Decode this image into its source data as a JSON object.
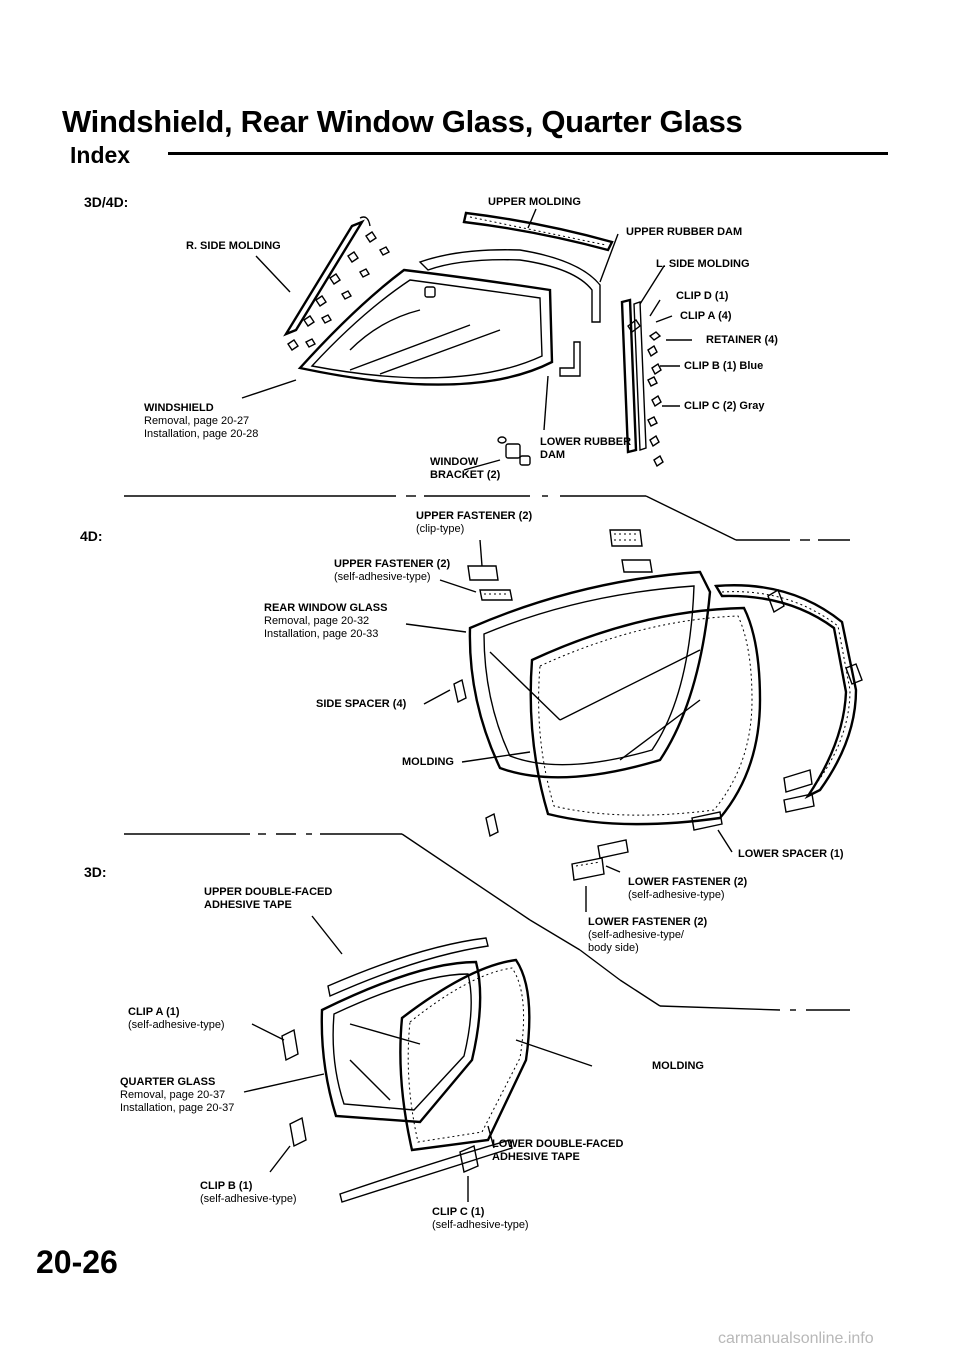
{
  "header": {
    "title": "Windshield, Rear Window Glass, Quarter Glass",
    "subtitle": "Index"
  },
  "sections": {
    "s1": "3D/4D:",
    "s2": "4D:",
    "s3": "3D:"
  },
  "labels": {
    "upper_molding": "UPPER MOLDING",
    "upper_rubber_dam": "UPPER RUBBER DAM",
    "r_side_molding": "R. SIDE MOLDING",
    "l_side_molding": "L. SIDE MOLDING",
    "clip_d": "CLIP D (1)",
    "clip_a4": "CLIP A (4)",
    "retainer": "RETAINER (4)",
    "clip_b_blue": "CLIP B (1) Blue",
    "clip_c_gray": "CLIP C (2) Gray",
    "windshield": "WINDSHIELD",
    "windshield_removal": "Removal, page 20-27",
    "windshield_install": "Installation, page 20-28",
    "lower_rubber_dam_1": "LOWER RUBBER",
    "lower_rubber_dam_2": "DAM",
    "window_bracket_1": "WINDOW",
    "window_bracket_2": "BRACKET (2)",
    "upper_fastener_clip": "UPPER FASTENER (2)",
    "upper_fastener_clip_sub": "(clip-type)",
    "upper_fastener_adh": "UPPER FASTENER (2)",
    "upper_fastener_adh_sub": "(self-adhesive-type)",
    "rear_window_glass": "REAR WINDOW GLASS",
    "rear_removal": "Removal, page 20-32",
    "rear_install": "Installation, page 20-33",
    "side_spacer": "SIDE SPACER (4)",
    "molding_4d": "MOLDING",
    "lower_spacer": "LOWER SPACER (1)",
    "lower_fastener_1": "LOWER FASTENER (2)",
    "lower_fastener_1_sub": "(self-adhesive-type)",
    "lower_fastener_2": "LOWER FASTENER (2)",
    "lower_fastener_2_sub1": "(self-adhesive-type/",
    "lower_fastener_2_sub2": "body side)",
    "upper_tape_1": "UPPER DOUBLE-FACED",
    "upper_tape_2": "ADHESIVE TAPE",
    "clip_a1": "CLIP A (1)",
    "clip_a1_sub": "(self-adhesive-type)",
    "molding_3d": "MOLDING",
    "quarter_glass": "QUARTER GLASS",
    "quarter_removal": "Removal, page 20-37",
    "quarter_install": "Installation, page 20-37",
    "lower_tape_1": "LOWER DOUBLE-FACED",
    "lower_tape_2": "ADHESIVE TAPE",
    "clip_b1": "CLIP B (1)",
    "clip_b1_sub": "(self-adhesive-type)",
    "clip_c1": "CLIP C (1)",
    "clip_c1_sub": "(self-adhesive-type)"
  },
  "page_number": "20-26",
  "footer": "carmanualsonline.info"
}
